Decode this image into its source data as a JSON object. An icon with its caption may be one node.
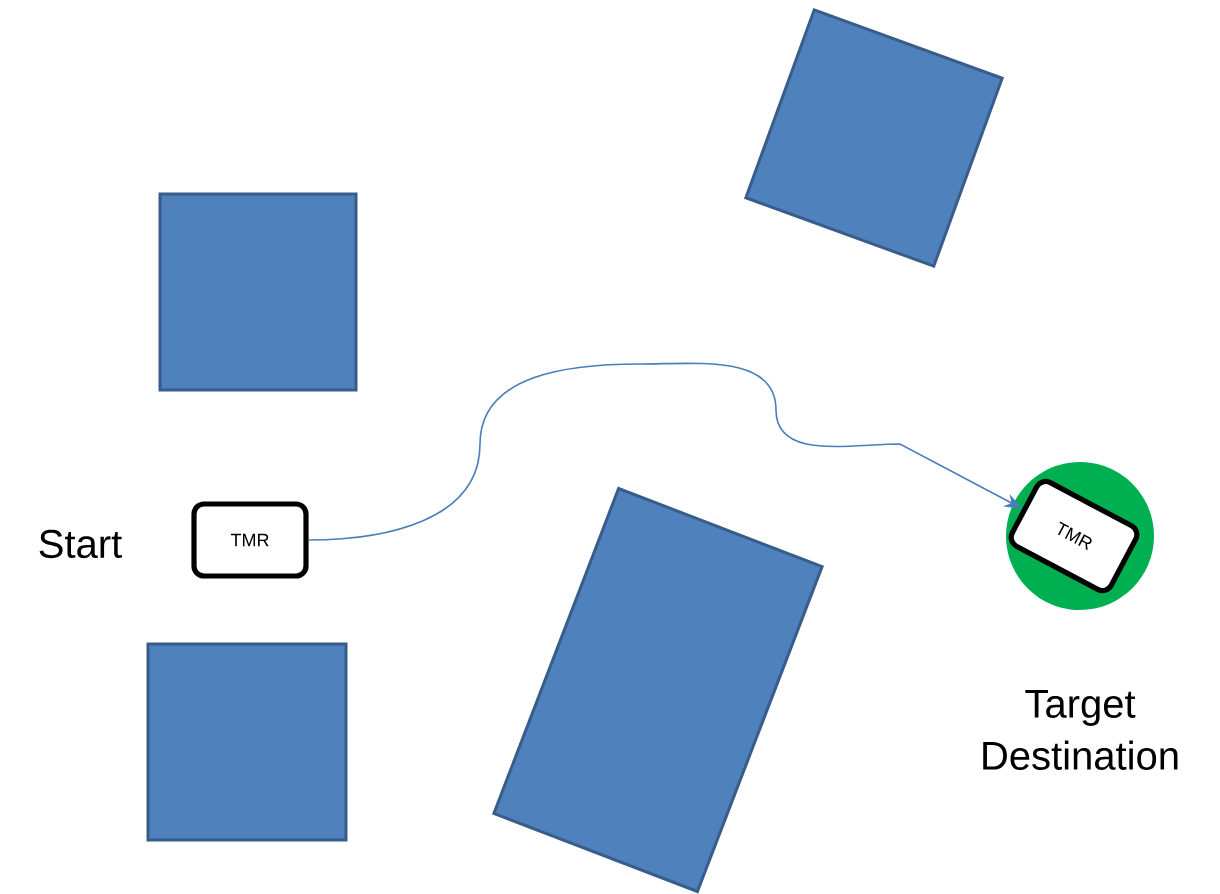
{
  "diagram": {
    "nodes": [
      {
        "text": [
          "TMR"
        ],
        "beside": [
          "Start"
        ]
      },
      {
        "text": [],
        "shape": "circle",
        "beside": [
          "Target Destination"
        ]
      },
      {
        "text": [
          "TMR"
        ],
        "in": 1
      },
      {
        "text": [],
        "shape": "box"
      },
      {
        "text": [],
        "shape": "box"
      },
      {
        "text": [],
        "shape": "box"
      },
      {
        "text": [],
        "shape": "box"
      }
    ],
    "edges": [
      {
        "from": 0,
        "to": 2,
        "arrow": "to"
      }
    ]
  }
}
